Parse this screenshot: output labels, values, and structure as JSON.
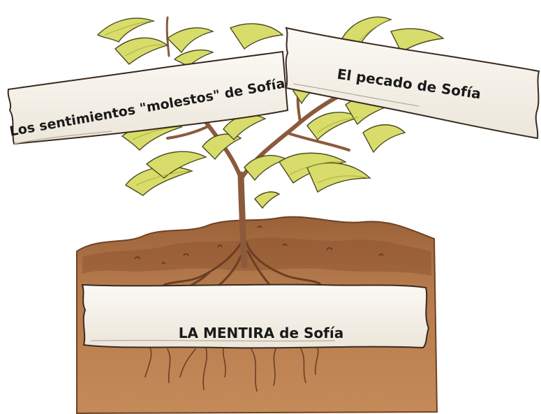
{
  "banners": {
    "left": "Los sentimientos \"molestos\" de Sofía",
    "right": "El pecado de Sofía",
    "root": "LA MENTIRA de Sofía"
  },
  "colors": {
    "soil_dark": "#8a5330",
    "soil_mid": "#b57a4c",
    "soil_light": "#c98f5e",
    "trunk": "#8b5a3c",
    "leaf": "#d8dc6a",
    "leaf_shade": "#a9b23c",
    "parchment": "#f7f3ec",
    "outline": "#3a2a20"
  }
}
